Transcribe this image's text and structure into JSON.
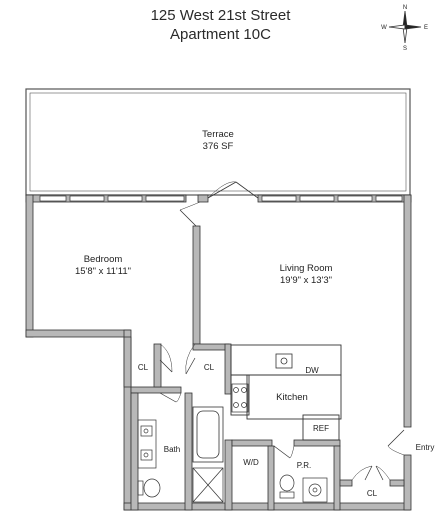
{
  "header": {
    "address": "125 West 21st Street",
    "unit": "Apartment 10C"
  },
  "compass": {
    "north": "N",
    "south": "S",
    "east": "E",
    "west": "W"
  },
  "rooms": {
    "terrace": {
      "name": "Terrace",
      "area": "376 SF"
    },
    "bedroom": {
      "name": "Bedroom",
      "dimensions": "15'8\" x 11'11\""
    },
    "living_room": {
      "name": "Living Room",
      "dimensions": "19'9\" x 13'3\""
    },
    "kitchen": "Kitchen",
    "bath": "Bath",
    "closet_bedroom": "CL",
    "closet_hall": "CL",
    "closet_entry": "CL",
    "washer_dryer": "W/D",
    "powder_room": "P.R.",
    "entry": "Entry"
  },
  "appliances": {
    "dishwasher": "DW",
    "refrigerator": "REF"
  }
}
